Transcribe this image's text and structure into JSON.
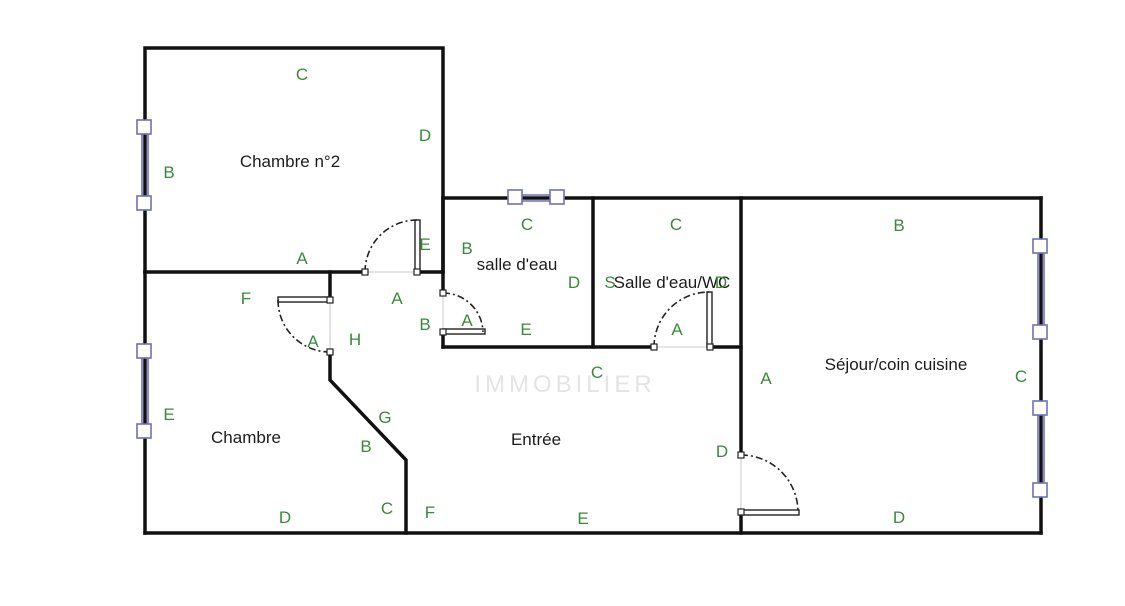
{
  "plan": {
    "watermark": "IMMOBILIER",
    "rooms": [
      {
        "id": "chambre-2",
        "label": "Chambre n°2"
      },
      {
        "id": "salle-eau",
        "label": "salle d'eau"
      },
      {
        "id": "salle-eau-wc",
        "label": "Salle d'eau/WC"
      },
      {
        "id": "sejour",
        "label": "Séjour/coin cuisine"
      },
      {
        "id": "chambre",
        "label": "Chambre"
      },
      {
        "id": "entree",
        "label": "Entrée"
      }
    ],
    "wall_letters": [
      "C",
      "D",
      "B",
      "A",
      "E",
      "B",
      "C",
      "D",
      "C",
      "S",
      "D",
      "B",
      "F",
      "A",
      "A",
      "B",
      "A",
      "E",
      "A",
      "H",
      "C",
      "A",
      "C",
      "E",
      "G",
      "B",
      "D",
      "D",
      "C",
      "F",
      "E",
      "D"
    ],
    "colors": {
      "wall": "#111111",
      "window": "#6f6fb8",
      "letter": "#3a8a3a",
      "room_text": "#1c1c1c"
    }
  }
}
